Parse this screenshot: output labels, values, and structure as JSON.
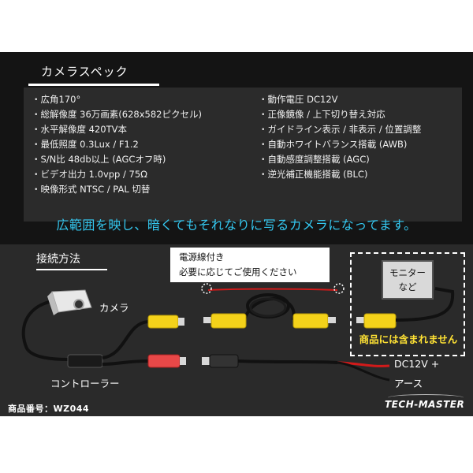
{
  "spec_section": {
    "title": "カメラスペック",
    "left_items": [
      "・広角170°",
      "・総解像度 36万画素(628x582ピクセル)",
      "・水平解像度 420TV本",
      "・最低照度 0.3Lux / F1.2",
      "・S/N比 48db以上 (AGCオフ時)",
      "・ビデオ出力 1.0vpp / 75Ω",
      "・映像形式 NTSC / PAL 切替"
    ],
    "right_items": [
      "・動作電圧 DC12V",
      "・正像鏡像 / 上下切り替え対応",
      "・ガイドライン表示 / 非表示 / 位置調整",
      "・自動ホワイトバランス搭載 (AWB)",
      "・自動感度調整搭載 (AGC)",
      "・逆光補正機能搭載 (BLC)"
    ],
    "tagline": "広範囲を映し、暗くてもそれなりに写るカメラになってます。"
  },
  "wiring_section": {
    "heading": "接続方法",
    "power_note_line1": "電源線付き",
    "power_note_line2": "必要に応じてご使用ください",
    "camera_label": "カメラ",
    "controller_label": "コントローラー",
    "monitor_line1": "モニター",
    "monitor_line2": "など",
    "not_included": "商品には含まれません",
    "dc_label": "DC12V +",
    "ground_label": "アース"
  },
  "footer": {
    "product_code": "商品番号：WZ044",
    "brand": "TECH-MASTER"
  },
  "colors": {
    "panel_dark": "#141414",
    "panel_gray": "#2a2a2a",
    "tagline_blue": "#34c8f0",
    "connector_yellow": "#f4d21a",
    "connector_red": "#e84848",
    "wire_red": "#d21a1a",
    "not_included_yellow": "#ffe234"
  }
}
